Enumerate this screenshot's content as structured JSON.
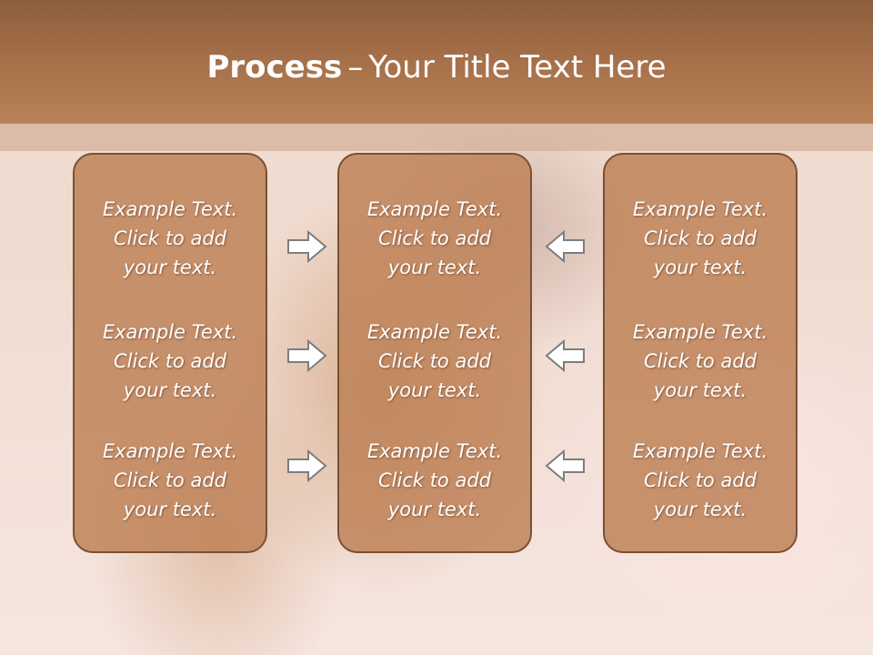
{
  "slide": {
    "title_bold": "Process",
    "title_sep": "–",
    "title_rest": "Your Title Text Here"
  },
  "columns": [
    {
      "items": [
        "Example Text.\nClick  to add\nyour text.",
        "Example Text.\nClick  to add\nyour text.",
        "Example Text.\nClick  to add\nyour text."
      ]
    },
    {
      "items": [
        "Example Text.\nClick  to add\nyour text.",
        "Example Text.\nClick  to add\nyour text.",
        "Example Text.\nClick  to add\nyour text."
      ]
    },
    {
      "items": [
        "Example Text.\nClick  to add\nyour text.",
        "Example Text.\nClick  to add\nyour text.",
        "Example Text.\nClick  to add\nyour text."
      ]
    }
  ],
  "arrows": {
    "left_group": "arrow-right-icon",
    "right_group": "arrow-left-icon"
  },
  "colors": {
    "header": "#a46e48",
    "box_fill": "#be8258",
    "box_border": "#7a5034",
    "text": "#ffffff"
  }
}
